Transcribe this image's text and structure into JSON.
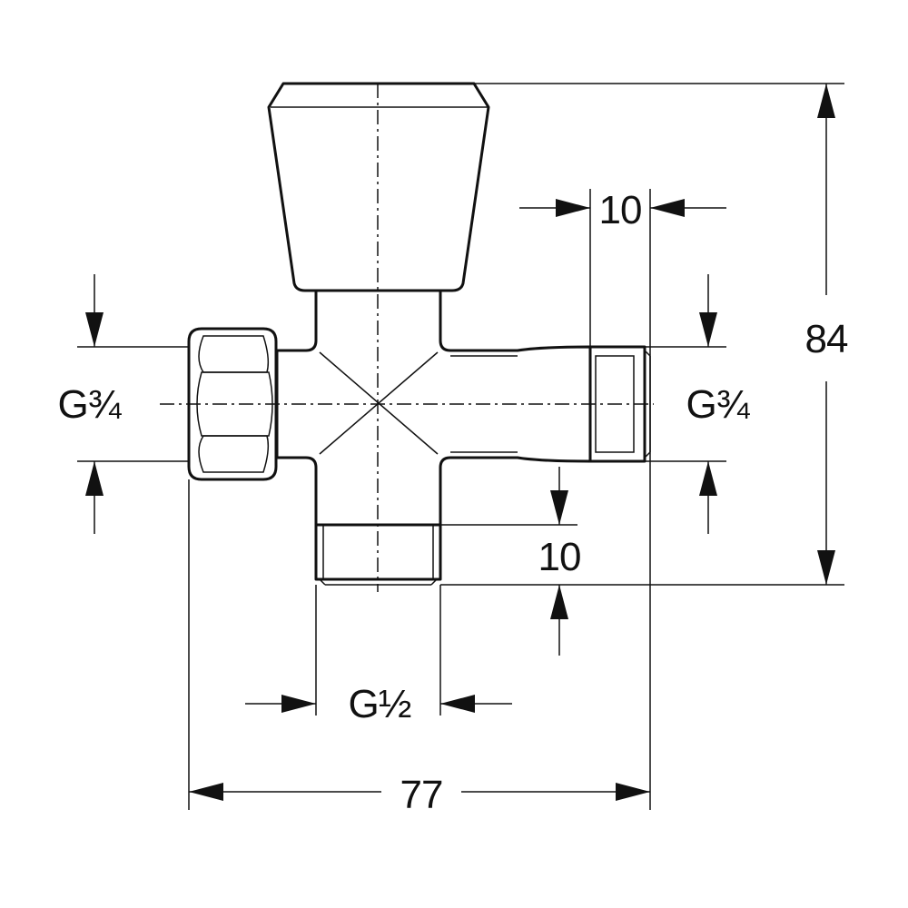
{
  "dimensions": {
    "overall_width": "77",
    "overall_height": "84",
    "top_right_offset": "10",
    "bottom_offset": "10",
    "left_thread": "G¾",
    "right_thread": "G¾",
    "bottom_thread": "G½"
  },
  "colors": {
    "line": "#111111",
    "background": "#ffffff"
  }
}
